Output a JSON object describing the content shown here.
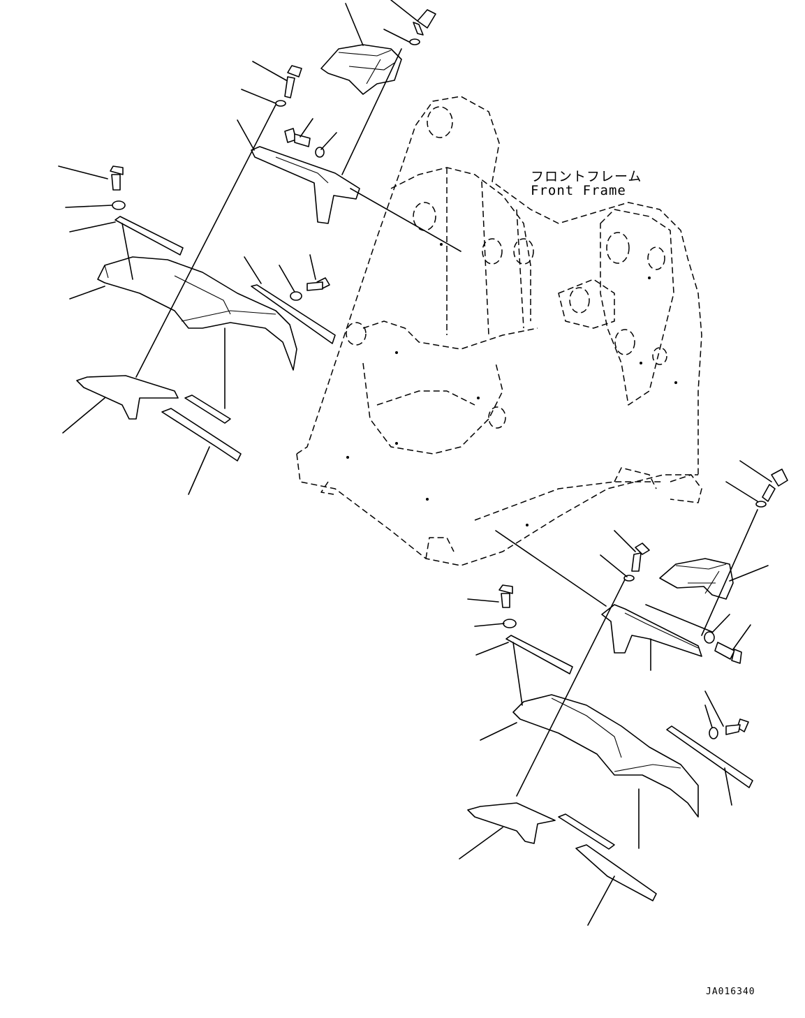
{
  "frame_label": {
    "japanese": "フロントフレーム",
    "english": "Front Frame"
  },
  "drawing_id": "JA016340"
}
